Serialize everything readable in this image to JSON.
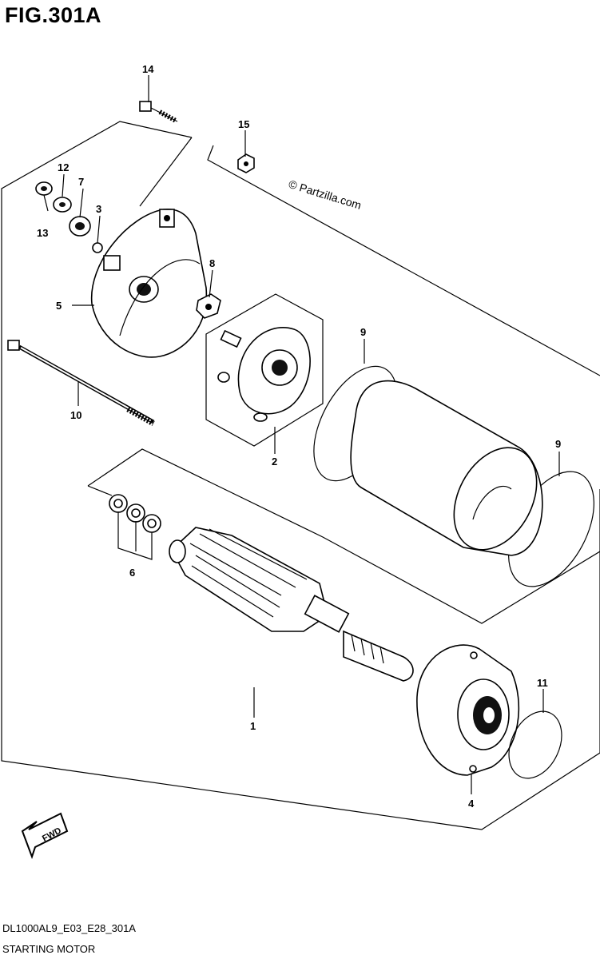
{
  "figure": {
    "title": "FIG.301A",
    "copyright": "© Partzilla.com",
    "code": "DL1000AL9_E03_E28_301A",
    "name": "STARTING MOTOR",
    "fwd_label": "FWD"
  },
  "callouts": {
    "c1": "1",
    "c2": "2",
    "c3": "3",
    "c4": "4",
    "c5": "5",
    "c6": "6",
    "c7": "7",
    "c8": "8",
    "c9a": "9",
    "c9b": "9",
    "c10": "10",
    "c11": "11",
    "c12": "12",
    "c13": "13",
    "c14": "14",
    "c15": "15"
  },
  "colors": {
    "ink": "#000000",
    "paper": "#ffffff"
  }
}
